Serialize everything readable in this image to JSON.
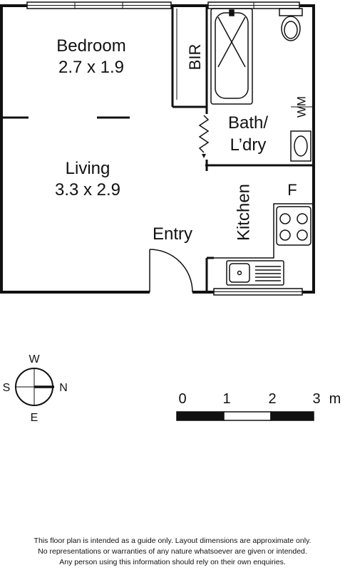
{
  "rooms": {
    "bedroom": {
      "name": "Bedroom",
      "dims": "2.7 x 1.9"
    },
    "living": {
      "name": "Living",
      "dims": "3.3 x 2.9"
    },
    "bir": "BIR",
    "bath": {
      "line1": "Bath/",
      "line2": "L’dry"
    },
    "wm": "WM",
    "kitchen": "Kitchen",
    "fridge": "F",
    "entry": "Entry"
  },
  "compass": {
    "north": "N",
    "south": "S",
    "east": "E",
    "west": "W"
  },
  "scale": {
    "ticks": [
      "0",
      "1",
      "2",
      "3"
    ],
    "unit": "m"
  },
  "disclaimer": [
    "This floor plan is intended as a guide only. Layout dimensions are approximate only.",
    "No representations or warranties of any nature whatsoever are given or intended.",
    "Any person using this information should rely on their own enquiries."
  ]
}
